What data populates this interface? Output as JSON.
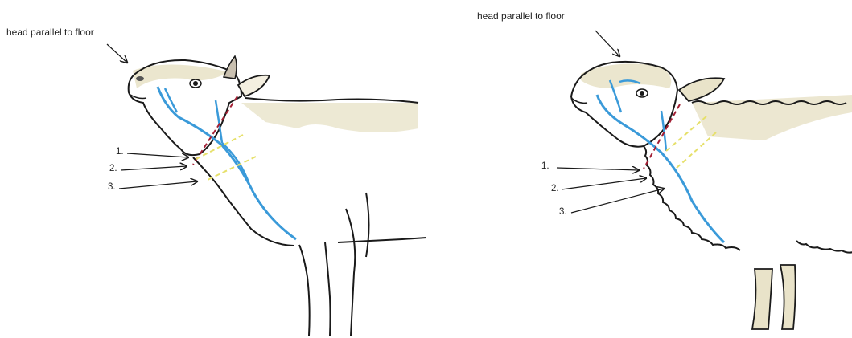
{
  "cow": {
    "caption": "head parallel to floor",
    "markers": [
      "1.",
      "2.",
      "3."
    ]
  },
  "sheep": {
    "caption": "head parallel to floor",
    "markers": [
      "1.",
      "2.",
      "3."
    ]
  },
  "colors": {
    "outline": "#1a1a1a",
    "vein": "#3a9ad9",
    "dash_red": "#a31f34",
    "dash_yellow": "#e6e06a",
    "shading": "#e9e3c9"
  }
}
